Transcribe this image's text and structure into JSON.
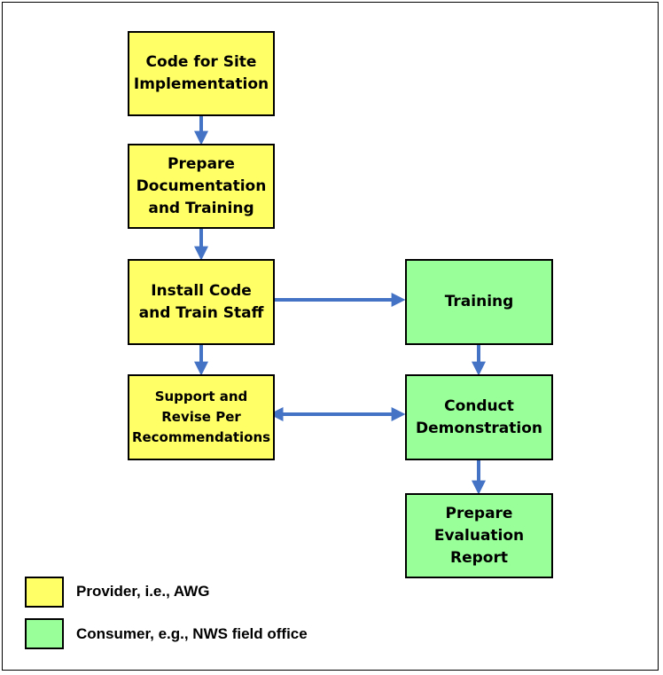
{
  "provider_steps": [
    {
      "label": "Code for Site\nImplementation"
    },
    {
      "label": "Prepare\nDocumentation\nand Training"
    },
    {
      "label": "Install Code\nand Train Staff"
    },
    {
      "label": "Support and\nRevise Per\nRecommendations"
    }
  ],
  "consumer_steps": [
    {
      "label": "Training"
    },
    {
      "label": "Conduct\nDemonstration"
    },
    {
      "label": "Prepare\nEvaluation\nReport"
    }
  ],
  "legend": [
    {
      "label": "Provider, i.e., AWG",
      "color": "#ffff66"
    },
    {
      "label": "Consumer, e.g., NWS field office",
      "color": "#99ff99"
    }
  ],
  "colors": {
    "arrow": "#4472c4"
  }
}
